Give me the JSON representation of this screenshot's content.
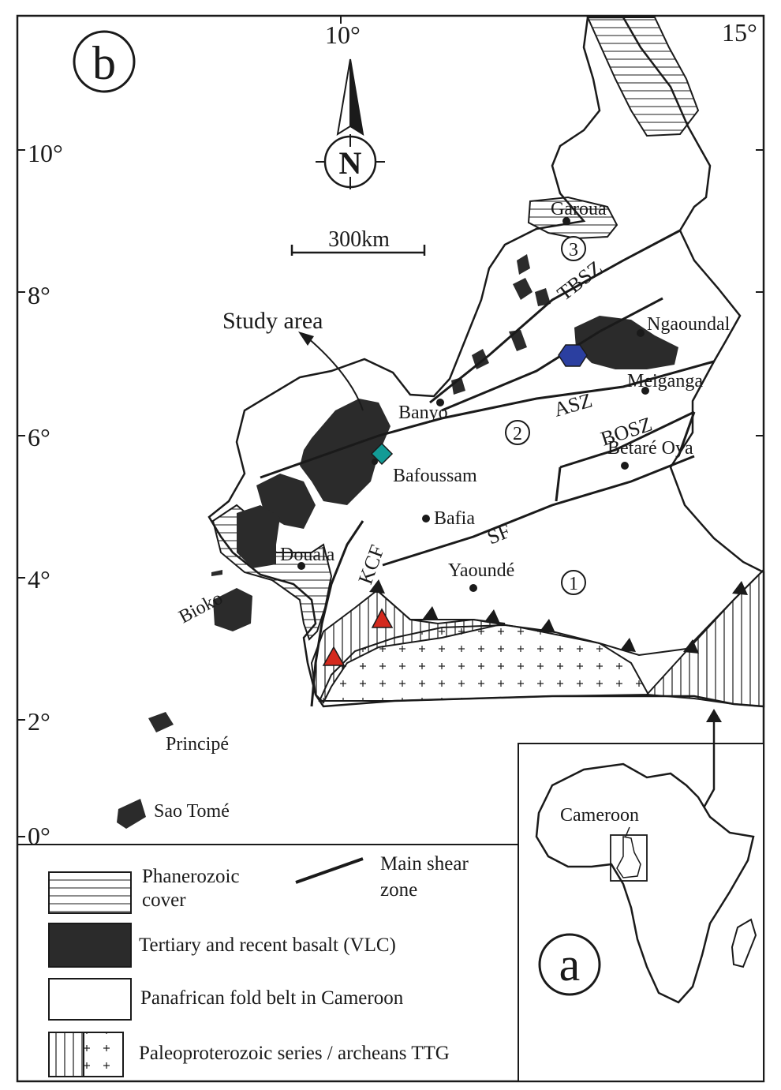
{
  "panel_b_label": "b",
  "panel_a_label": "a",
  "longitudes": [
    "10°",
    "15°"
  ],
  "latitudes": [
    "10°",
    "8°",
    "6°",
    "4°",
    "2°",
    "0°"
  ],
  "north_arrow": "N",
  "scale_bar": "300km",
  "study_area_label": "Study area",
  "places": {
    "garoua": "Garoua",
    "ngaoundal": "Ngaoundal",
    "meiganga": "Meiganga",
    "banyo": "Banyo",
    "betare_oya": "Betaré Oya",
    "bafoussam": "Bafoussam",
    "bafia": "Bafia",
    "douala": "Douala",
    "yaounde": "Yaoundé",
    "bioko": "Bioko",
    "principe": "Principé",
    "sao_tome": "Sao Tomé"
  },
  "shear_zones": {
    "tbsz": "TBSZ",
    "asz": "ASZ",
    "bosz": "BOSZ",
    "sf": "SF",
    "kcf": "KCF"
  },
  "domains": {
    "d1": "1",
    "d2": "2",
    "d3": "3"
  },
  "inset": {
    "country": "Cameroon"
  },
  "legend": {
    "phanerozoic_1": "Phanerozoic",
    "phanerozoic_2": "cover",
    "shear_1": "Main shear",
    "shear_2": "zone",
    "basalt": "Tertiary and recent basalt (VLC)",
    "panafrican": "Panafrican fold belt in Cameroon",
    "paleo": "Paleoproterozoic series / archeans TTG"
  },
  "colors": {
    "basalt": "#2b2b2b",
    "red_triangle": "#d42a1e",
    "blue_hexagon": "#2b3fa0",
    "teal_diamond": "#139b96",
    "line": "#1a1a1a"
  }
}
